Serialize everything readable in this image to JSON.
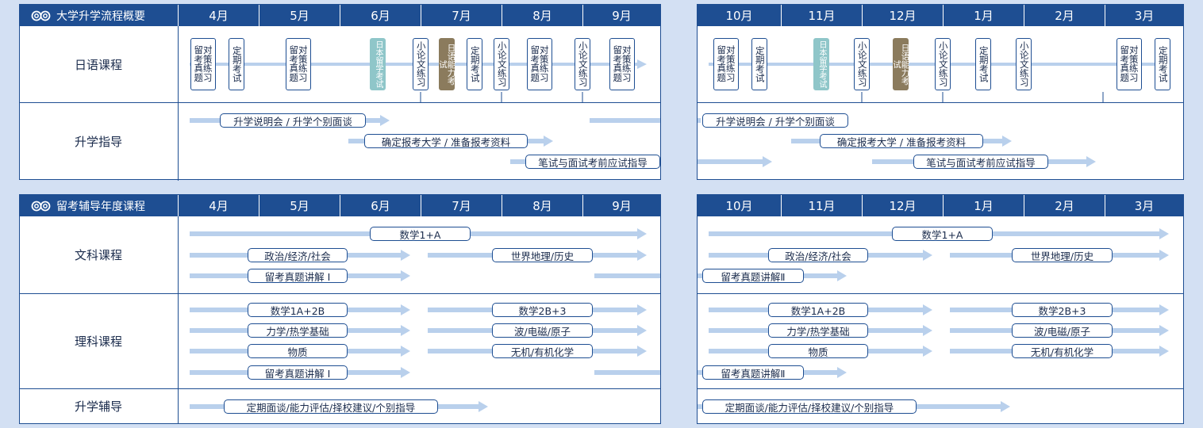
{
  "colors": {
    "header": "#1e4e92",
    "arrow": "#b9d0ec",
    "teal": "#8fc6c9",
    "khaki": "#8b7b5d",
    "bg": "#d3e0f3"
  },
  "icon": "double-circle-logo-icon",
  "panels": {
    "tl": {
      "title": "大学升学流程概要",
      "months": [
        "4月",
        "5月",
        "6月",
        "7月",
        "8月",
        "9月"
      ],
      "rows": [
        "日语课程",
        "升学指导"
      ],
      "boxes": [
        "留对考策真练题习",
        "定期考试",
        "留对考策真练题习",
        "日本留学考试",
        "小论文练习",
        "日语能力考试",
        "定期考试",
        "小论文练习",
        "留对考策真练题习",
        "小论文练习",
        "留对考策真练题习"
      ],
      "pills": [
        "升学说明会 / 升学个别面谈",
        "确定报考大学 / 准备报考资料",
        "笔试与面试考前应试指导"
      ]
    },
    "tr": {
      "months": [
        "10月",
        "11月",
        "12月",
        "1月",
        "2月",
        "3月"
      ],
      "boxes": [
        "留对考策真练题习",
        "定期考试",
        "日本留学考试",
        "小论文练习",
        "日语能力考试",
        "小论文练习",
        "定期考试",
        "小论文练习",
        "留对考策真练题习",
        "定期考试"
      ],
      "pills": [
        "升学说明会 / 升学个别面谈",
        "确定报考大学 / 准备报考资料",
        "笔试与面试考前应试指导"
      ]
    },
    "bl": {
      "title": "留考辅导年度课程",
      "months": [
        "4月",
        "5月",
        "6月",
        "7月",
        "8月",
        "9月"
      ],
      "rows": [
        "文科课程",
        "理科课程",
        "升学辅导"
      ],
      "pills": [
        "数学1+A",
        "政治/经济/社会",
        "世界地理/历史",
        "留考真题讲解 I",
        "数学1A+2B",
        "数学2B+3",
        "力学/热学基础",
        "波/电磁/原子",
        "物质",
        "无机/有机化学",
        "留考真题讲解 I",
        "定期面谈/能力评估/择校建议/个别指导"
      ]
    },
    "br": {
      "months": [
        "10月",
        "11月",
        "12月",
        "1月",
        "2月",
        "3月"
      ],
      "pills": [
        "数学1+A",
        "政治/经济/社会",
        "世界地理/历史",
        "留考真题讲解Ⅱ",
        "数学1A+2B",
        "数学2B+3",
        "力学/热学基础",
        "波/电磁/原子",
        "物质",
        "无机/有机化学",
        "留考真题讲解Ⅱ",
        "定期面谈/能力评估/择校建议/个别指导"
      ]
    }
  }
}
